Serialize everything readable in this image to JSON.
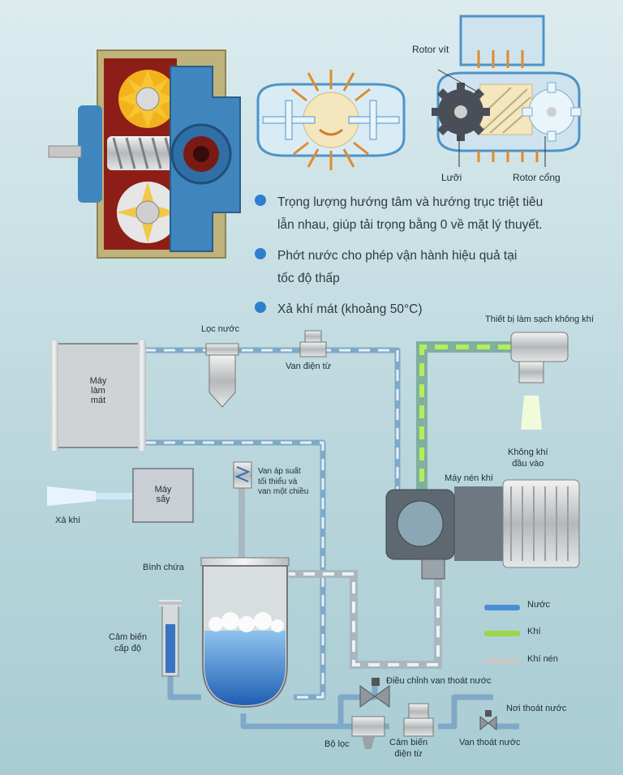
{
  "illustrations": {
    "rotor_screw": "Rotor vít",
    "blade": "Lưỡi",
    "gate_rotor": "Rotor cổng"
  },
  "bullets": [
    {
      "line1": "Trọng lượng hướng tâm và hướng trục triệt tiêu",
      "line2": "lẫn nhau, giúp tải trọng bằng 0 về mặt lý thuyết."
    },
    {
      "line1": "Phớt nước cho phép vận hành hiệu quả tại",
      "line2": "tốc độ thấp"
    },
    {
      "line1": "Xả khí mát (khoảng 50°C)",
      "line2": ""
    }
  ],
  "diagram": {
    "water_filter": "Lọc nước",
    "solenoid_valve": "Van điện từ",
    "air_cleaner": "Thiết bị làm sạch không khí",
    "cooler": {
      "line1": "Máy",
      "line2": "làm",
      "line3": "mát"
    },
    "dryer": {
      "line1": "Máy",
      "line2": "sấy"
    },
    "exhaust": "Xả khí",
    "pressure_valve": {
      "line1": "Van áp suất",
      "line2": "tối thiểu và",
      "line3": "van một chiều"
    },
    "intake_air": {
      "line1": "Không khí",
      "line2": "đầu vào"
    },
    "compressor": "Máy nén khí",
    "tank": "Bình chứa",
    "level_sensor": {
      "line1": "Cảm biến",
      "line2": "cấp độ"
    },
    "drain_adjust": "Điều chỉnh van thoát nước",
    "drain_point": "Nơi thoát nước",
    "filter": "Bộ lọc",
    "solenoid_sensor": {
      "line1": "Cảm biến",
      "line2": "điện từ"
    },
    "drain_valve": "Van thoát nước"
  },
  "legend": [
    {
      "label": "Nước",
      "color": "#4a8fd6"
    },
    {
      "label": "Khí",
      "color": "#9bd84a"
    },
    {
      "label": "Khí nén",
      "color": "#c9c9c9"
    }
  ]
}
